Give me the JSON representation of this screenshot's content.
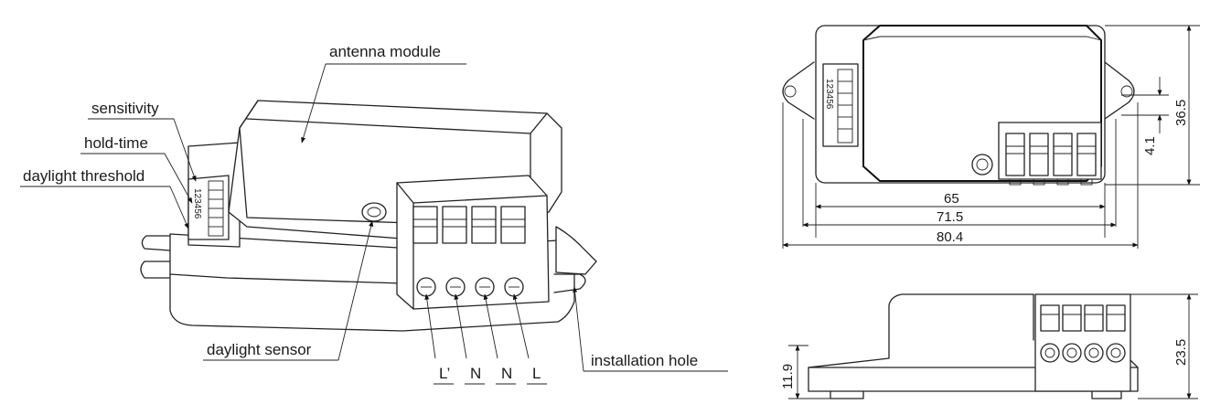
{
  "labels": {
    "antenna_module": "antenna module",
    "sensitivity": "sensitivity",
    "hold_time": "hold-time",
    "daylight_threshold": "daylight threshold",
    "daylight_sensor": "daylight sensor",
    "installation_hole": "installation hole"
  },
  "terminals": [
    "L’",
    "N",
    "N",
    "L"
  ],
  "dip_numbers": "123456",
  "dimensions": {
    "width_inner": "65",
    "width_mid": "71.5",
    "width_total": "80.4",
    "height_top": "36.5",
    "offset_small": "4.1",
    "side_height": "23.5",
    "side_base": "11.9"
  }
}
